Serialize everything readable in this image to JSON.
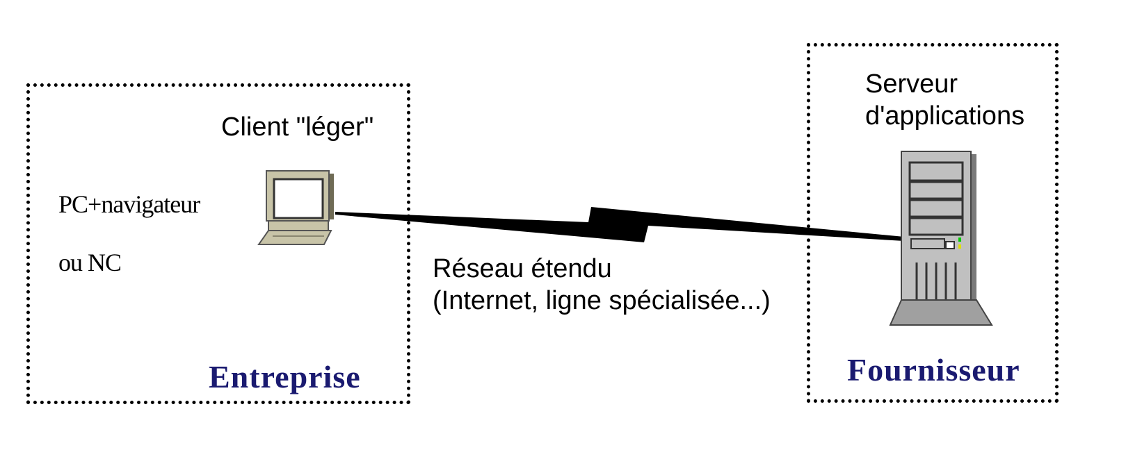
{
  "entreprise": {
    "title": "Entreprise",
    "client_label": "Client \"léger\"",
    "pc_label": "PC+navigateur",
    "nc_label": "ou NC"
  },
  "network": {
    "line1": "Réseau étendu",
    "line2": "(Internet, ligne spécialisée...)"
  },
  "fournisseur": {
    "title": "Fournisseur",
    "server_line1": "Serveur",
    "server_line2": "d'applications"
  },
  "colors": {
    "org_title": "#1a1a70",
    "computer_body": "#c8c4a8",
    "server_body": "#c0c0c0",
    "led_green": "#00cc00",
    "led_yellow": "#e0e000"
  },
  "icons": [
    "laptop-computer-icon",
    "tower-server-icon"
  ]
}
